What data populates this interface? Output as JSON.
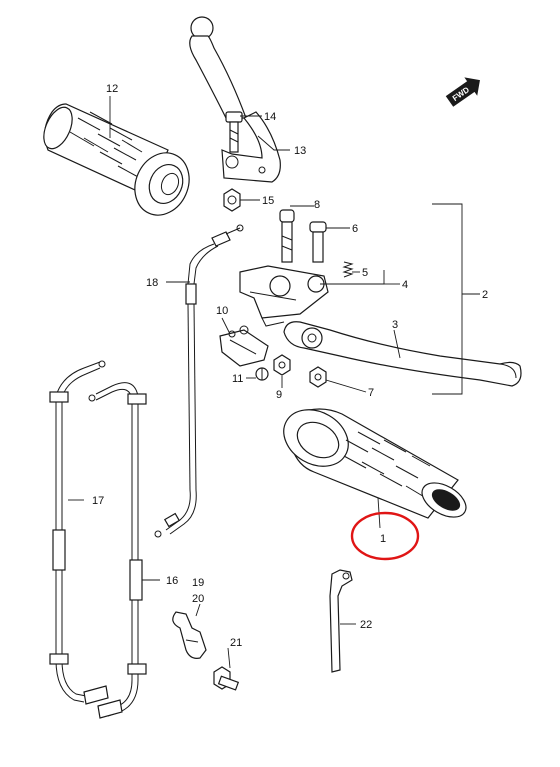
{
  "direction_badge": {
    "text": "FWD"
  },
  "callouts": {
    "p1": "1",
    "p2": "2",
    "p3": "3",
    "p4": "4",
    "p5": "5",
    "p6": "6",
    "p7": "7",
    "p8": "8",
    "p9": "9",
    "p10": "10",
    "p11": "11",
    "p12": "12",
    "p13": "13",
    "p14": "14",
    "p15": "15",
    "p16": "16",
    "p17": "17",
    "p18": "18",
    "p19": "19",
    "p20": "20",
    "p21": "21",
    "p22": "22"
  },
  "highlight": {
    "part": "1",
    "color": "#e01515"
  },
  "colors": {
    "line": "#1a1a1a",
    "background": "#ffffff",
    "highlight": "#e01515"
  }
}
